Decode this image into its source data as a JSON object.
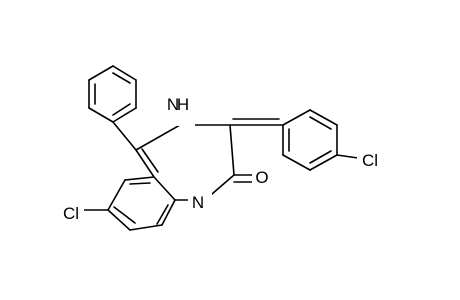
{
  "structure": {
    "atoms": {
      "nh": "H",
      "nh_n": "N",
      "imine_n": "N",
      "carbonyl_o": "O",
      "cl_left": "Cl",
      "cl_right": "Cl"
    },
    "colors": {
      "bond": "#000000",
      "text": "#000000",
      "background": "#ffffff"
    }
  }
}
